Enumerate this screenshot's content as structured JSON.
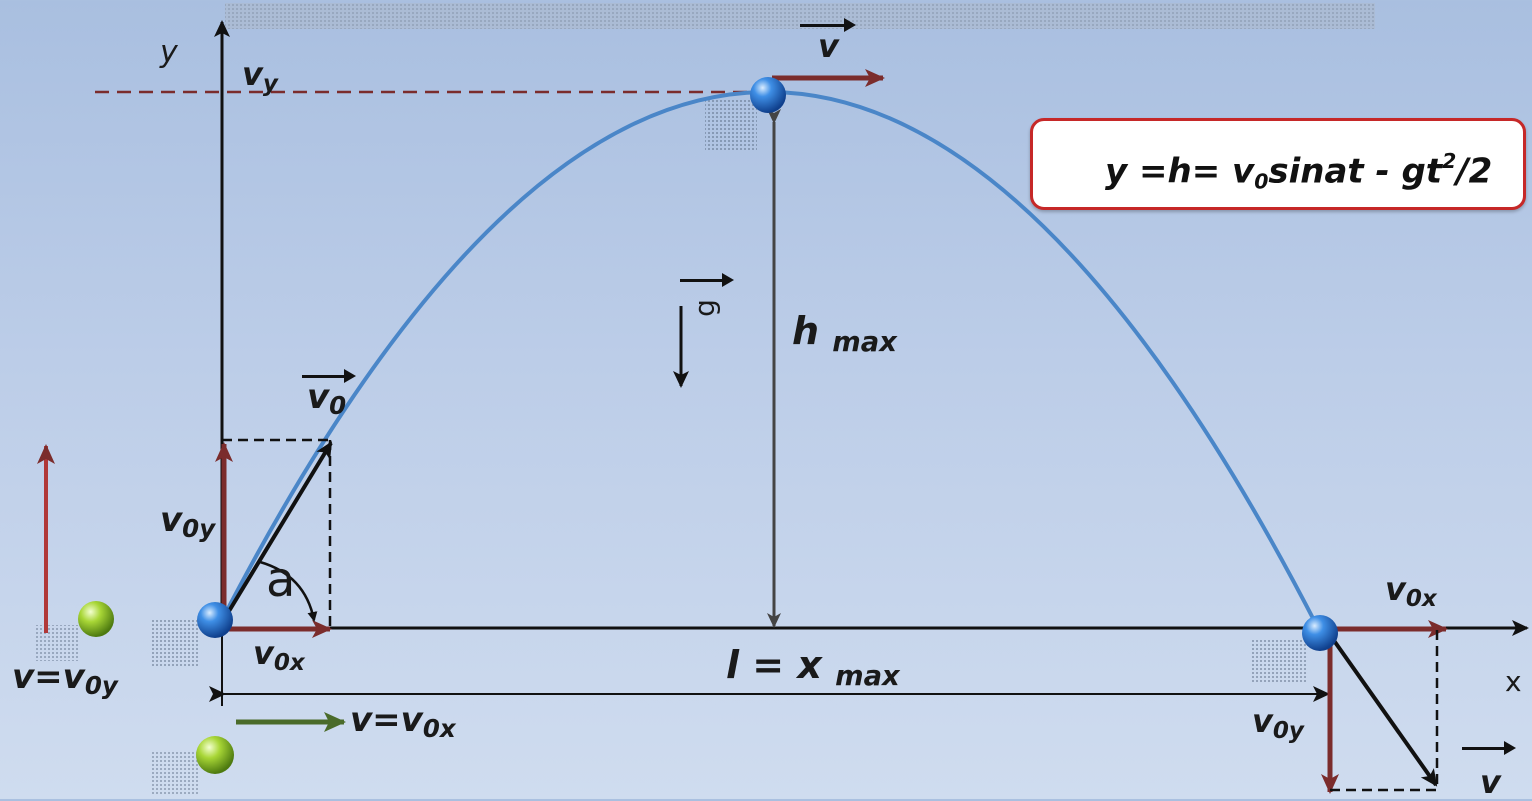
{
  "axes": {
    "y_label": "y",
    "x_label": "x"
  },
  "formula": {
    "prefix": "y =h= v",
    "sub": "0",
    "middle": "sinat - gt",
    "sup": "2",
    "suffix": "/2"
  },
  "labels": {
    "v_top": "v",
    "v_y": {
      "base": "v",
      "sub": "y"
    },
    "v0": {
      "base": "v",
      "sub": "0"
    },
    "g": "g",
    "h_max": {
      "base": "h",
      "sub": "max"
    },
    "v0y_left": {
      "base": "v",
      "sub": "0y"
    },
    "angle": "a",
    "v0x_left": {
      "base": "v",
      "sub": "0x"
    },
    "range": {
      "base": "l = x",
      "sub": "max"
    },
    "v_eq_v0y": {
      "base": "v=v",
      "sub": "0y"
    },
    "v_eq_v0x": {
      "base": "v=v",
      "sub": "0x"
    },
    "v0x_right": {
      "base": "v",
      "sub": "0x"
    },
    "v0y_right": {
      "base": "v",
      "sub": "0y"
    },
    "v_right": "v"
  },
  "colors": {
    "trajectory": "#4a86c8",
    "velocity_red": "#7b2c2c",
    "green_arrow": "#4a6b2a",
    "axis": "#111111",
    "formula_border": "#c62828",
    "ball_blue": "#2f7ad8",
    "ball_green": "#9bcb2a"
  }
}
